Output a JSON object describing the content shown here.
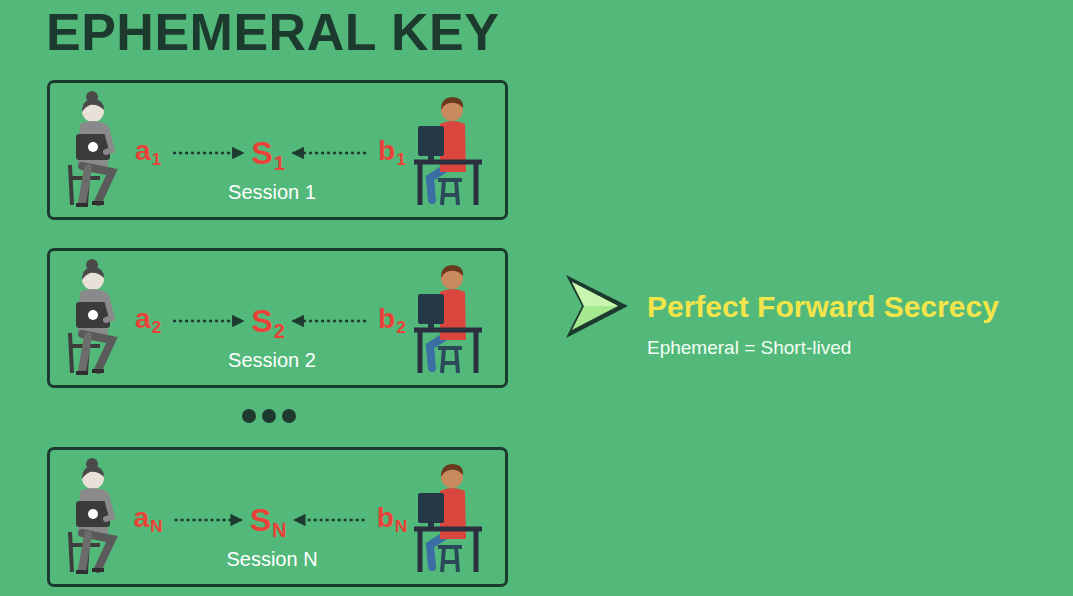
{
  "diagram": {
    "title": "EPHEMERAL KEY",
    "nodes": [
      {
        "text": [
          "Session 1"
        ]
      },
      {
        "text": [
          "a",
          "1"
        ],
        "in": 0
      },
      {
        "text": [
          "S",
          "1"
        ],
        "in": 0
      },
      {
        "text": [
          "b",
          "1"
        ],
        "in": 0
      },
      {
        "text": [
          "Session 2"
        ]
      },
      {
        "text": [
          "a",
          "2"
        ],
        "in": 4
      },
      {
        "text": [
          "S",
          "2"
        ],
        "in": 4
      },
      {
        "text": [
          "b",
          "2"
        ],
        "in": 4
      },
      {
        "text": [
          "Session N"
        ]
      },
      {
        "text": [
          "a",
          "N"
        ],
        "in": 8
      },
      {
        "text": [
          "S",
          "N"
        ],
        "in": 8
      },
      {
        "text": [
          "b",
          "N"
        ],
        "in": 8
      }
    ],
    "edges": [
      {
        "from": 1,
        "to": 2,
        "arrow": "to"
      },
      {
        "from": 3,
        "to": 2,
        "arrow": "to"
      },
      {
        "from": 5,
        "to": 6,
        "arrow": "to"
      },
      {
        "from": 7,
        "to": 6,
        "arrow": "to"
      },
      {
        "from": 9,
        "to": 10,
        "arrow": "to"
      },
      {
        "from": 11,
        "to": 10,
        "arrow": "to"
      }
    ],
    "labels": [
      "Perfect Forward Secrecy",
      "Ephemeral = Short-lived"
    ]
  }
}
